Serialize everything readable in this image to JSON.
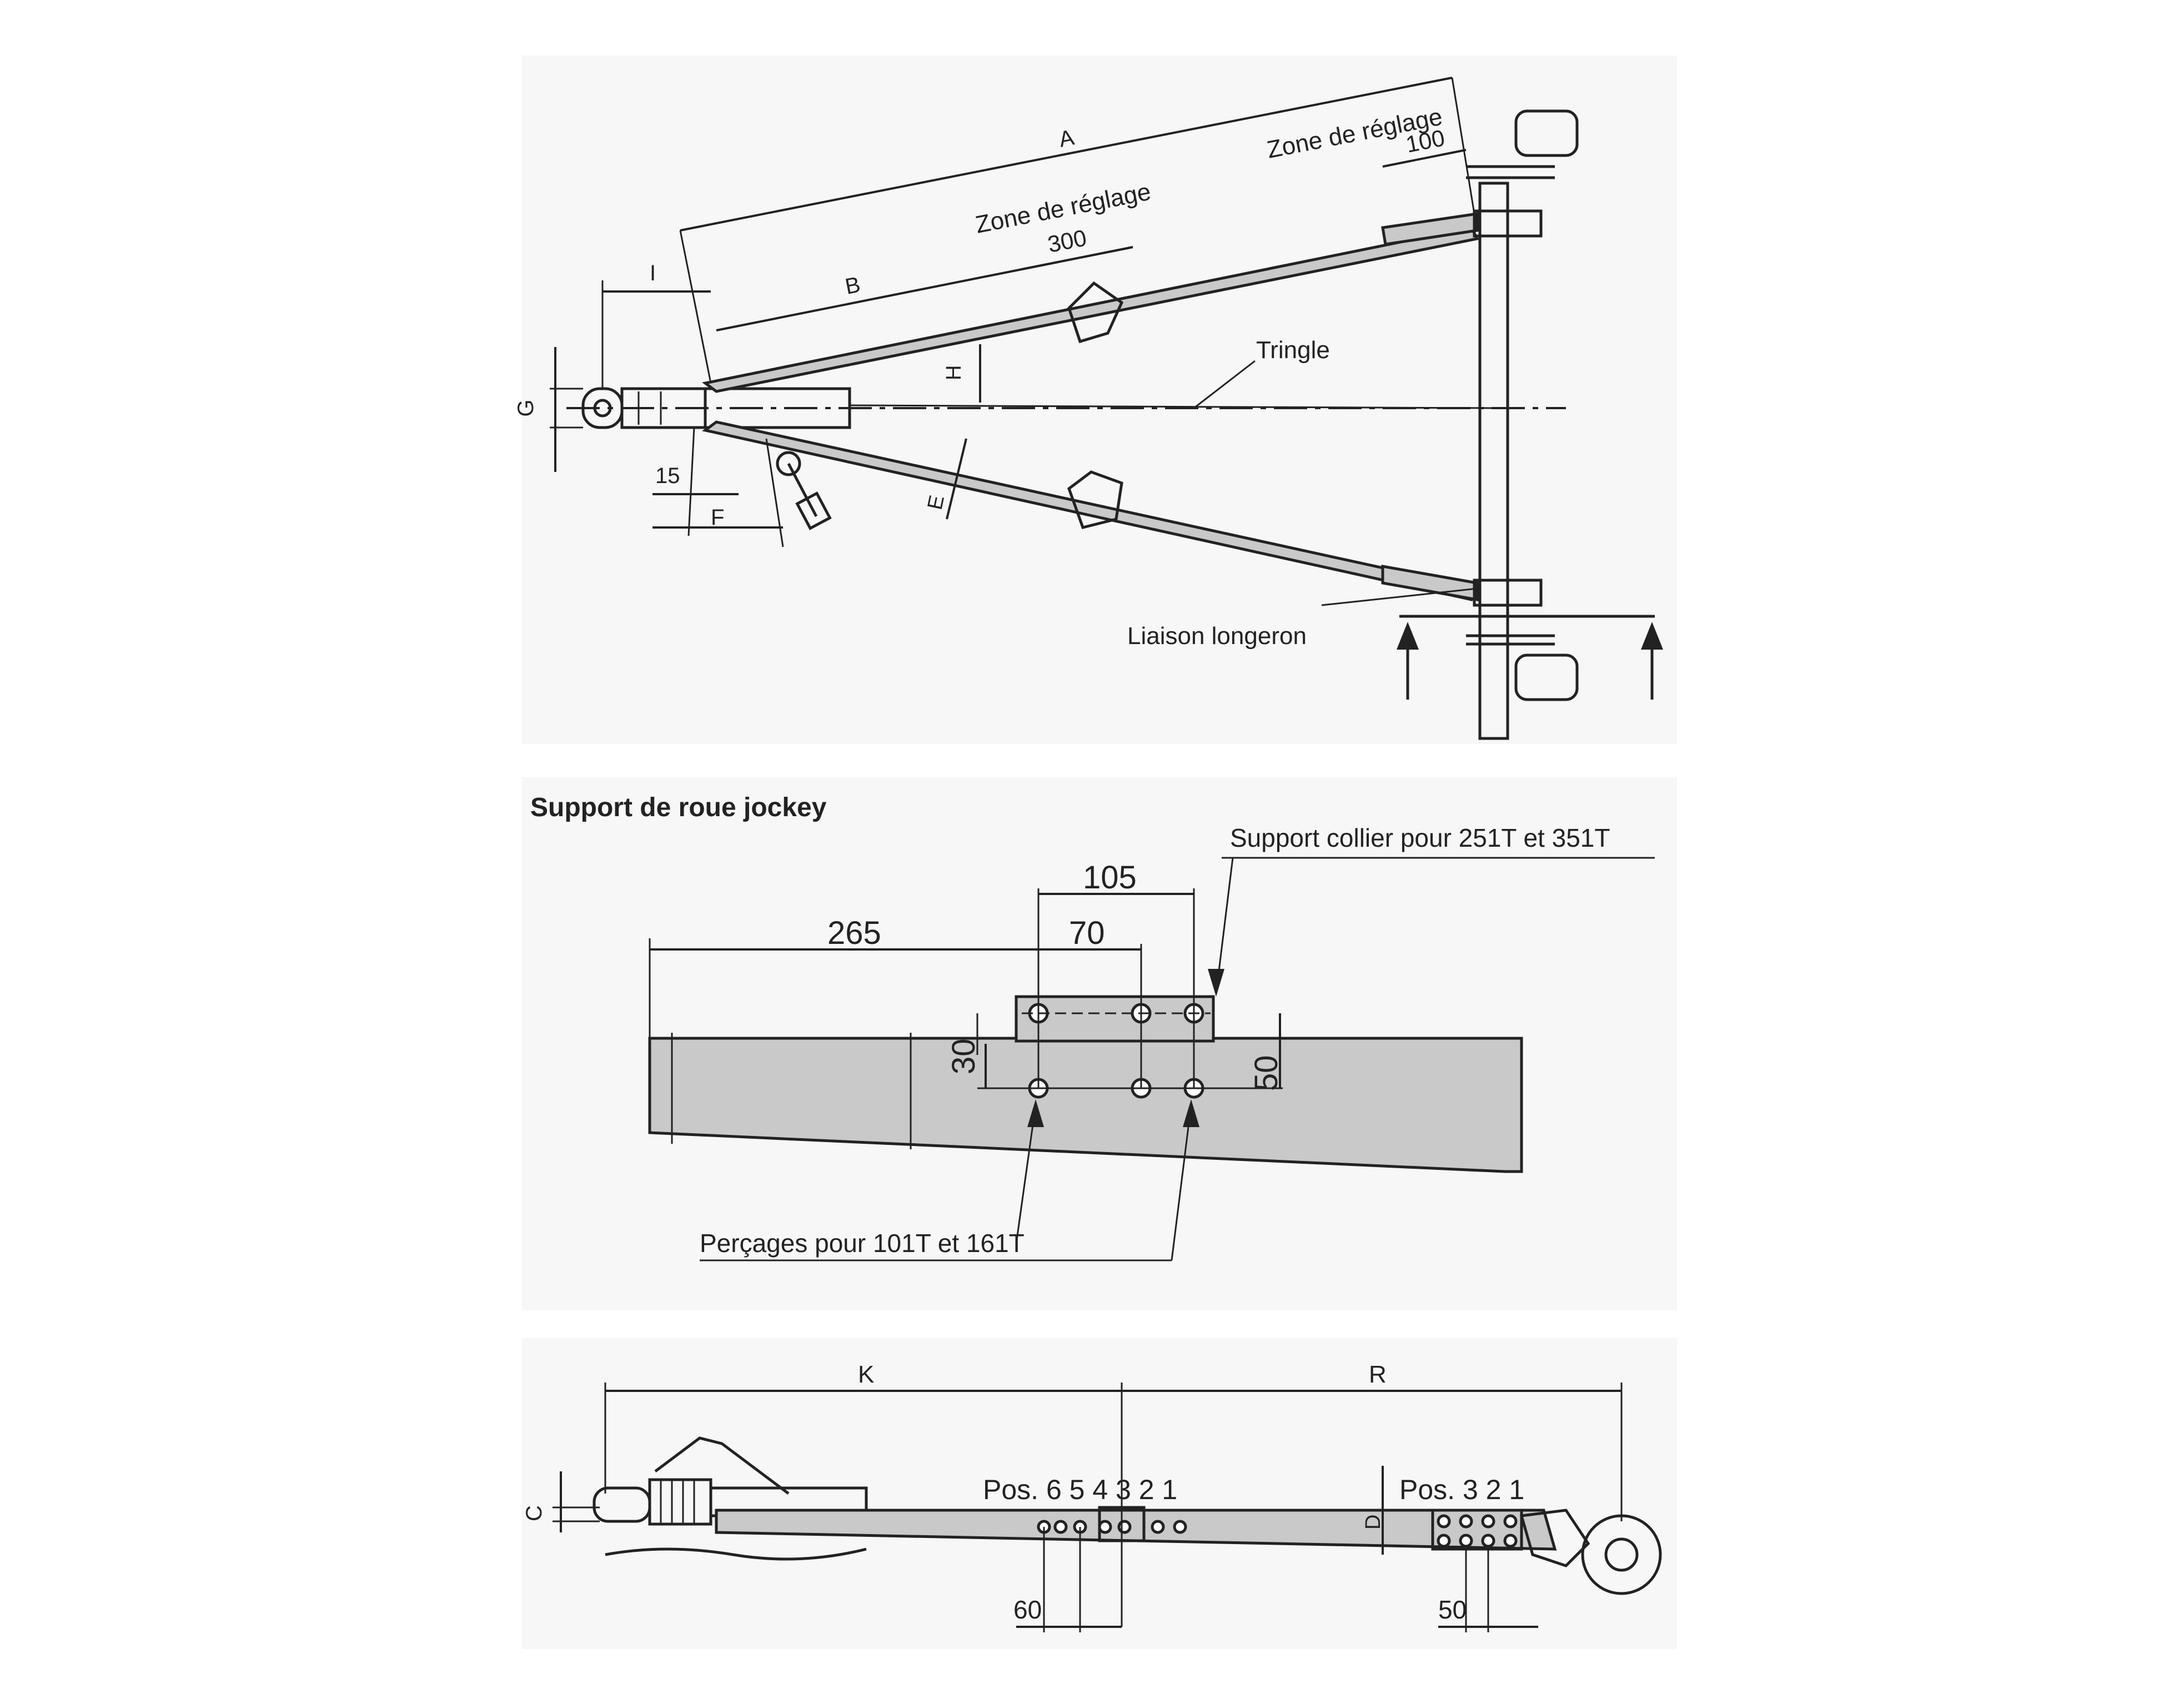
{
  "top_view": {
    "dim_A": "A",
    "dim_B": "B",
    "dim_I": "I",
    "dim_G": "G",
    "dim_H": "H",
    "dim_E": "E",
    "dim_F": "F",
    "dim_15": "15",
    "zone_label_1": "Zone de réglage",
    "zone_value_1": "300",
    "zone_label_2": "Zone de réglage",
    "zone_value_2": "100",
    "tringle": "Tringle",
    "liaison": "Liaison longeron"
  },
  "jockey": {
    "title": "Support de roue jockey",
    "collier": "Support collier pour 251T et 351T",
    "percages": "Perçages pour 101T et 161T",
    "d105": "105",
    "d265": "265",
    "d70": "70",
    "d30": "30",
    "d50": "50"
  },
  "side_view": {
    "dim_K": "K",
    "dim_R": "R",
    "dim_C": "C",
    "dim_D": "D",
    "pos_front": "Pos. 6 5 4 3 2 1",
    "pos_rear": "Pos. 3 2 1",
    "d60": "60",
    "d50": "50"
  }
}
